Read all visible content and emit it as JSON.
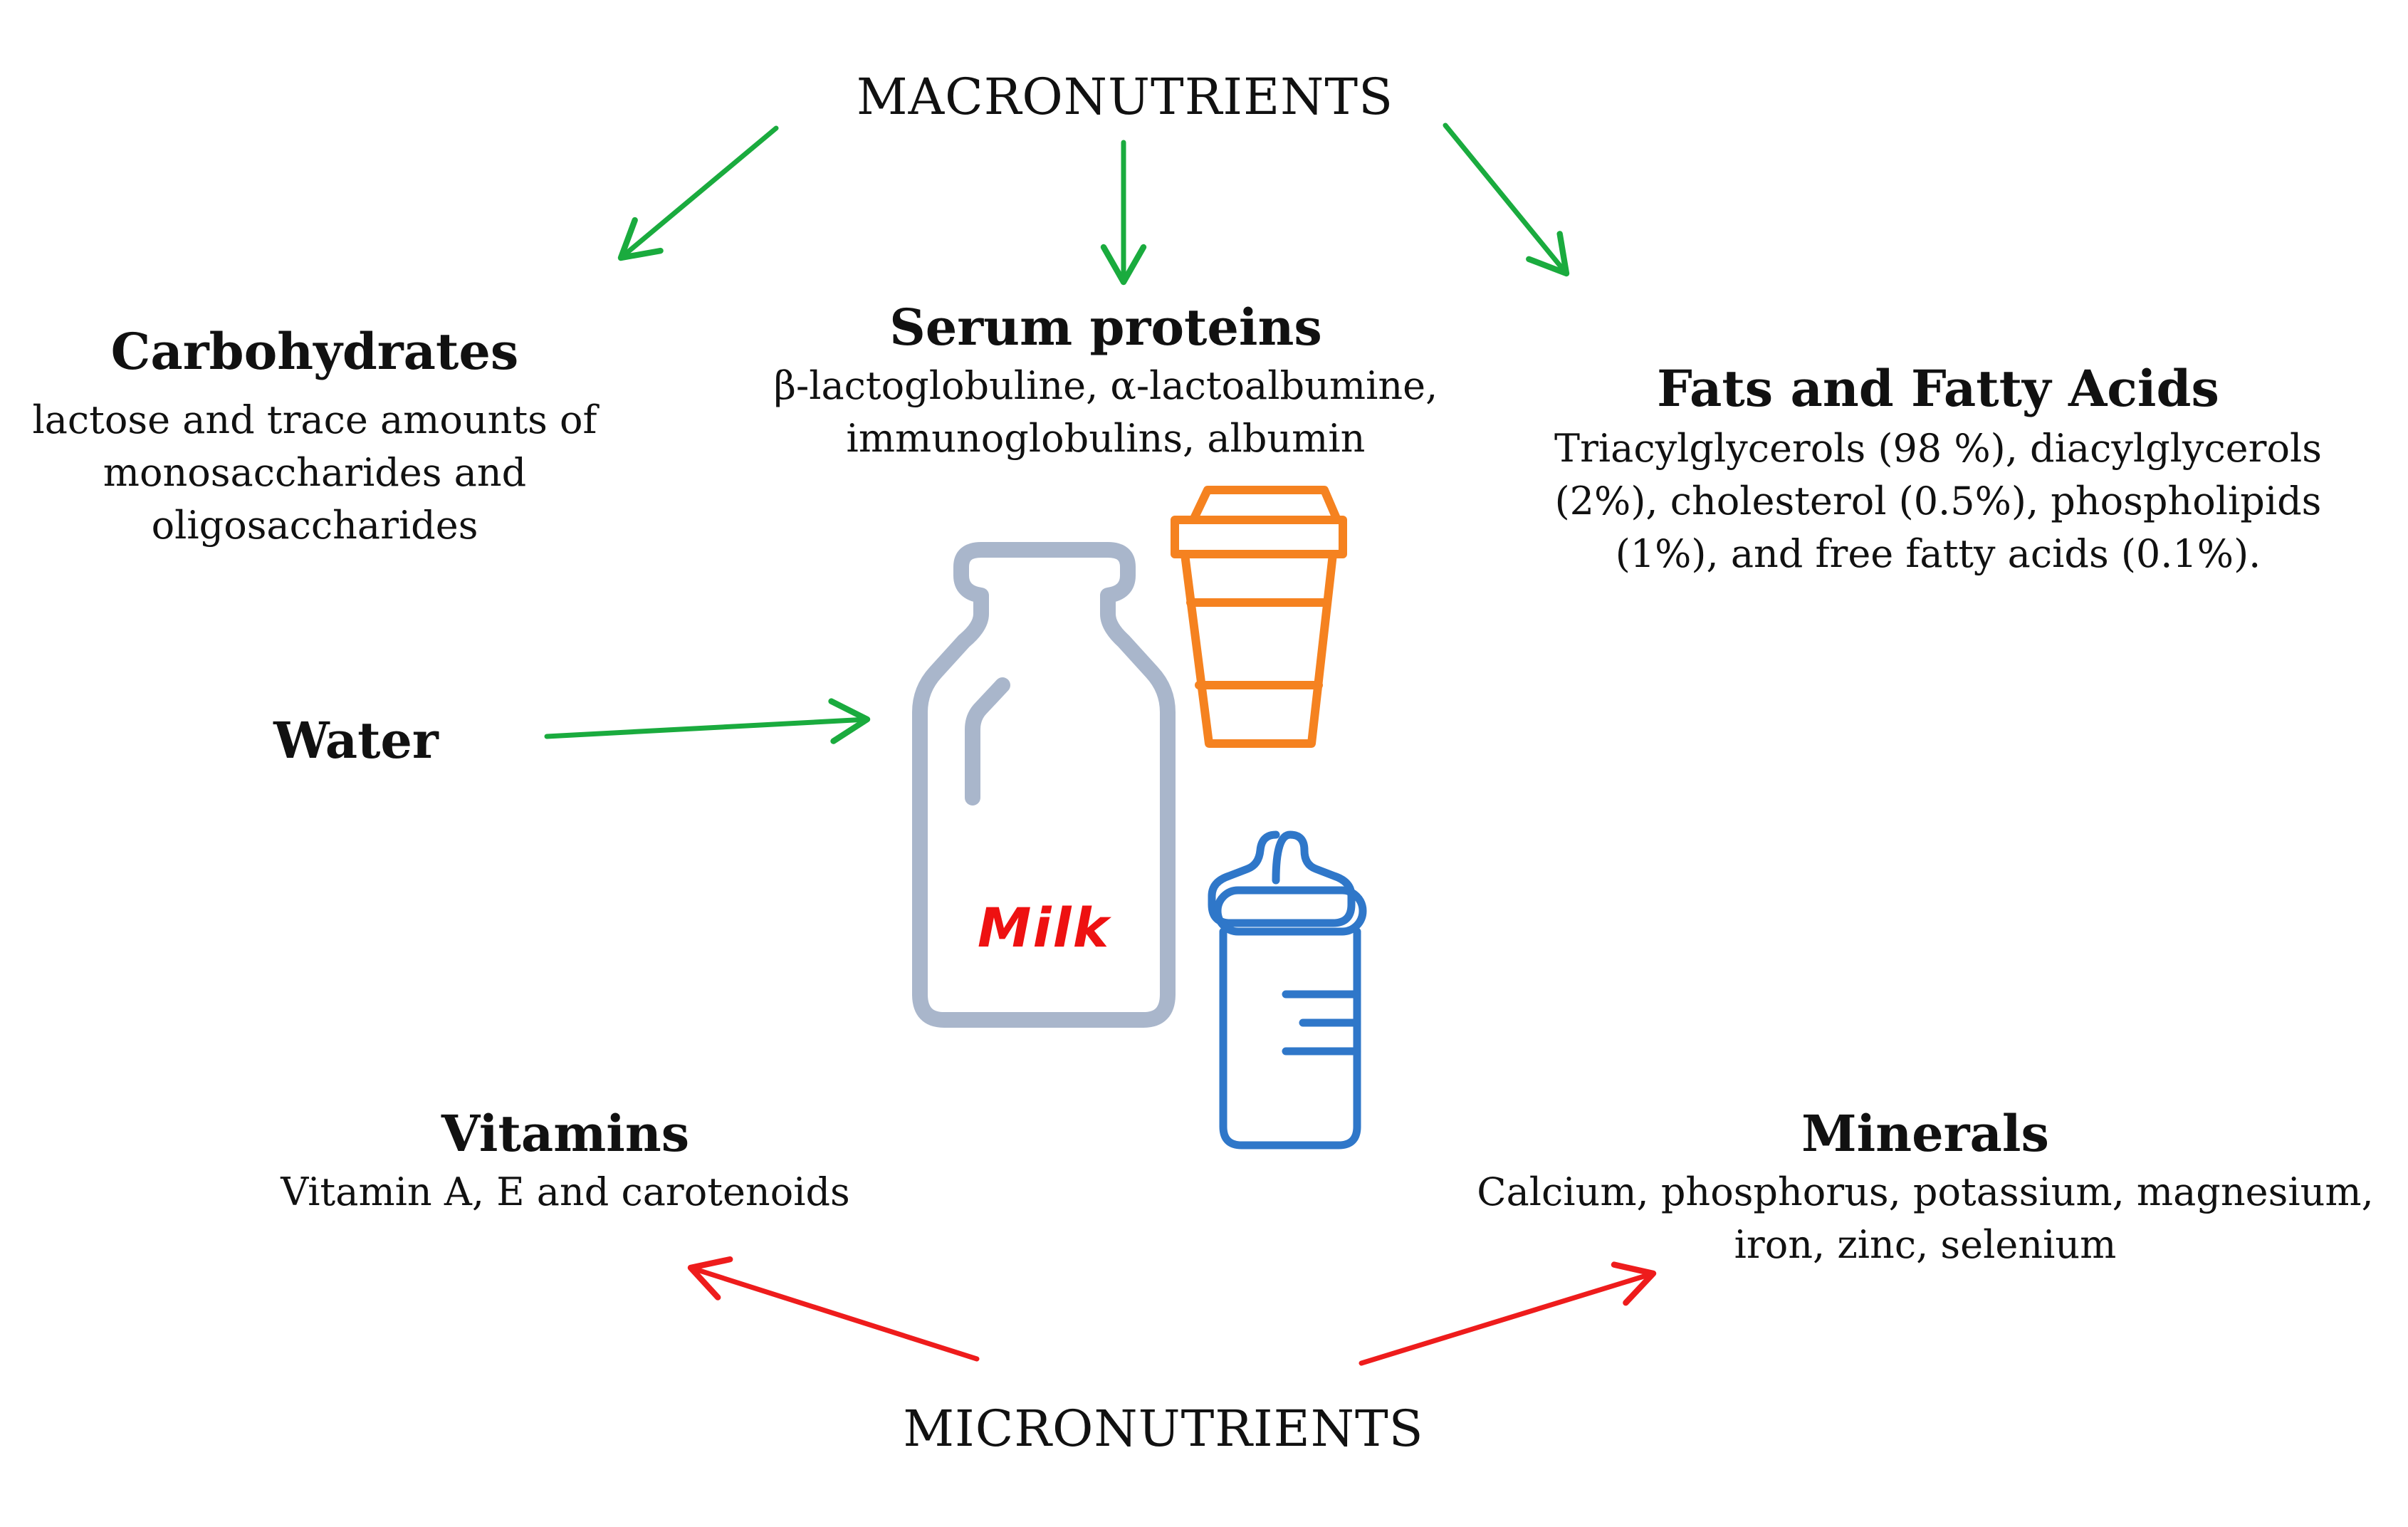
{
  "macronutrients": {
    "label": "MACRONUTRIENTS",
    "arrow_color": "#1aab3e"
  },
  "micronutrients": {
    "label": "MICRONUTRIENTS",
    "arrow_color": "#ee1c1c"
  },
  "carbohydrates": {
    "title": "Carbohydrates",
    "lines": [
      "lactose and trace amounts of",
      "monosaccharides and",
      "oligosaccharides"
    ]
  },
  "serum_proteins": {
    "title": "Serum proteins",
    "lines": [
      "β-lactoglobuline, α-lactoalbumine,",
      "immunoglobulins, albumin"
    ]
  },
  "fats": {
    "title": "Fats and Fatty Acids",
    "lines": [
      "Triacylglycerols (98 %), diacylglycerols",
      "(2%), cholesterol (0.5%), phospholipids",
      "(1%), and free fatty acids (0.1%)."
    ]
  },
  "water": {
    "title": "Water"
  },
  "vitamins": {
    "title": "Vitamins",
    "lines": [
      "Vitamin A, E and carotenoids"
    ]
  },
  "minerals": {
    "title": "Minerals",
    "lines": [
      "Calcium, phosphorus, potassium, magnesium,",
      "iron, zinc, selenium"
    ]
  },
  "milk": {
    "label": "Milk",
    "label_color": "#ee1111",
    "bottle_color": "#a9b6cb",
    "cup_color": "#f58220",
    "baby_bottle_color": "#2f77c9"
  }
}
